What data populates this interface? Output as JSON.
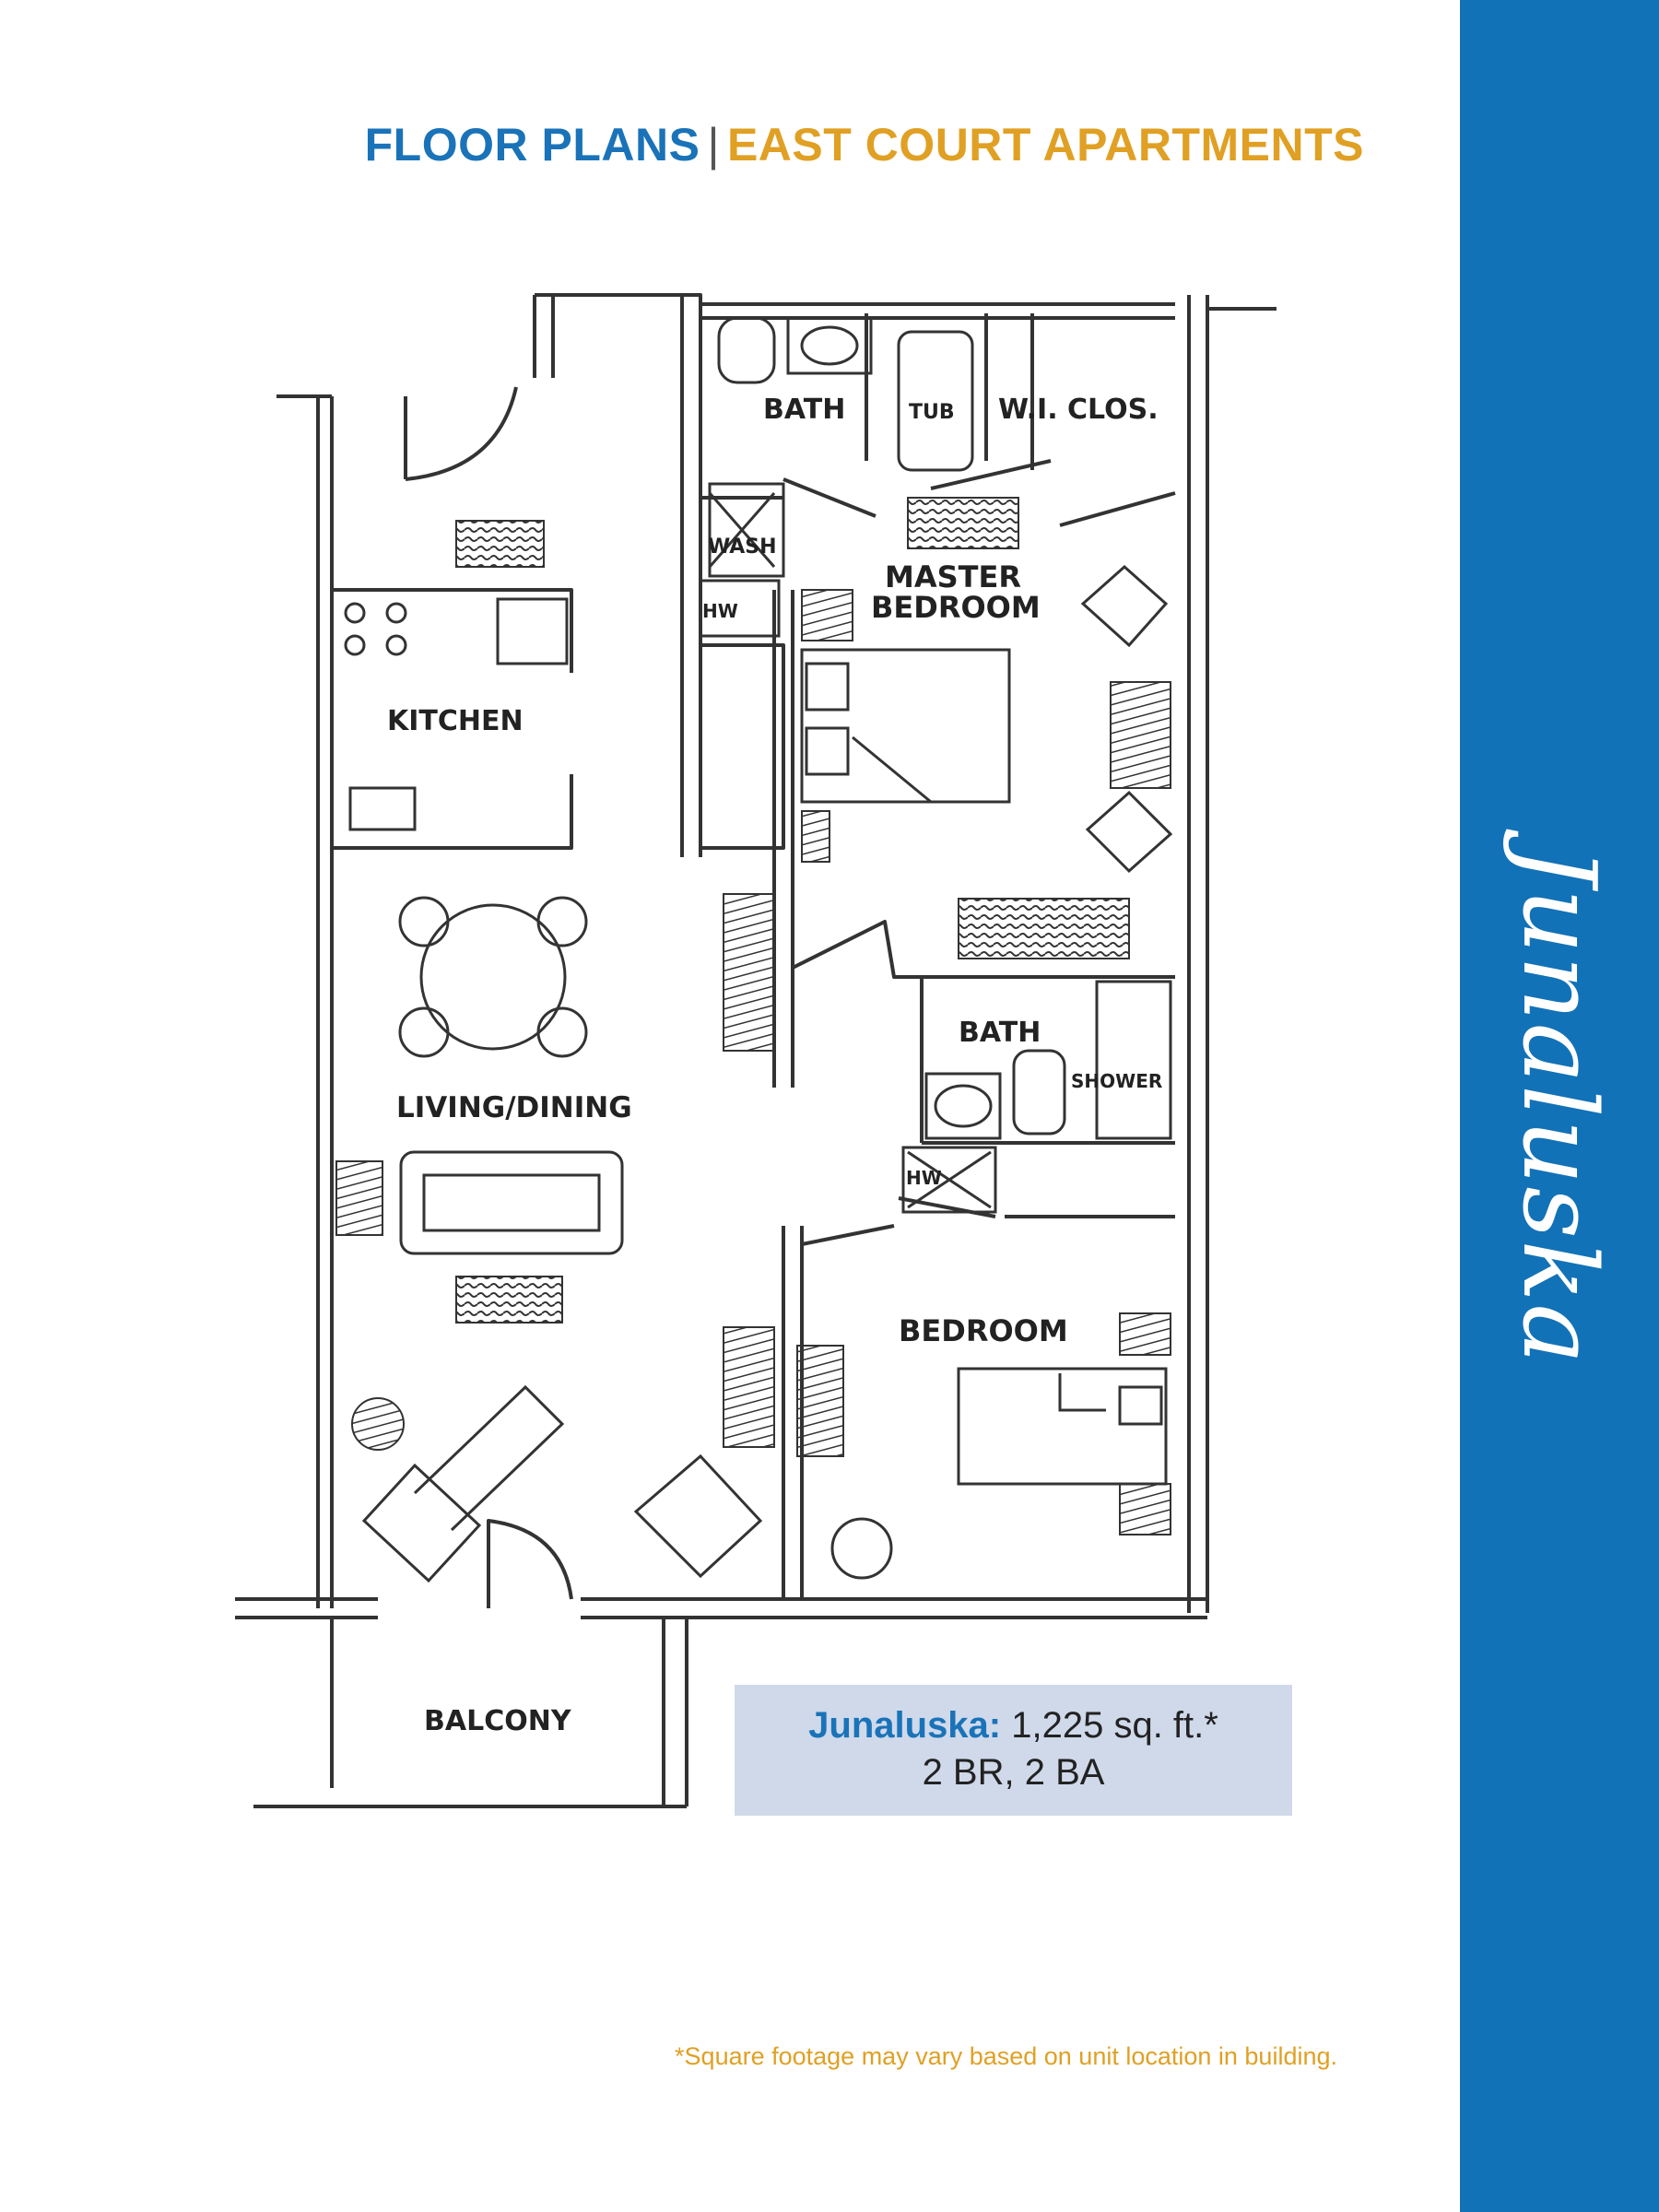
{
  "header": {
    "left": "FLOOR PLANS",
    "separator": "|",
    "right": "EAST COURT APARTMENTS"
  },
  "sidebar": {
    "title": "Junaluska"
  },
  "plan": {
    "labels": {
      "bath_master": "BATH",
      "tub": "TUB",
      "wi_clos": "W.I. CLOS.",
      "wash": "WASH",
      "hw_master": "HW",
      "master_bedroom_1": "MASTER",
      "master_bedroom_2": "BEDROOM",
      "kitchen": "KITCHEN",
      "bath2": "BATH",
      "shower": "SHOWER",
      "hw_bath2": "HW",
      "living_dining": "LIVING/DINING",
      "bedroom": "BEDROOM",
      "balcony": "BALCONY"
    }
  },
  "info": {
    "name": "Junaluska:",
    "area": "1,225 sq. ft.*",
    "rooms": "2 BR, 2 BA"
  },
  "footnote": "*Square footage may vary based on unit location in building."
}
